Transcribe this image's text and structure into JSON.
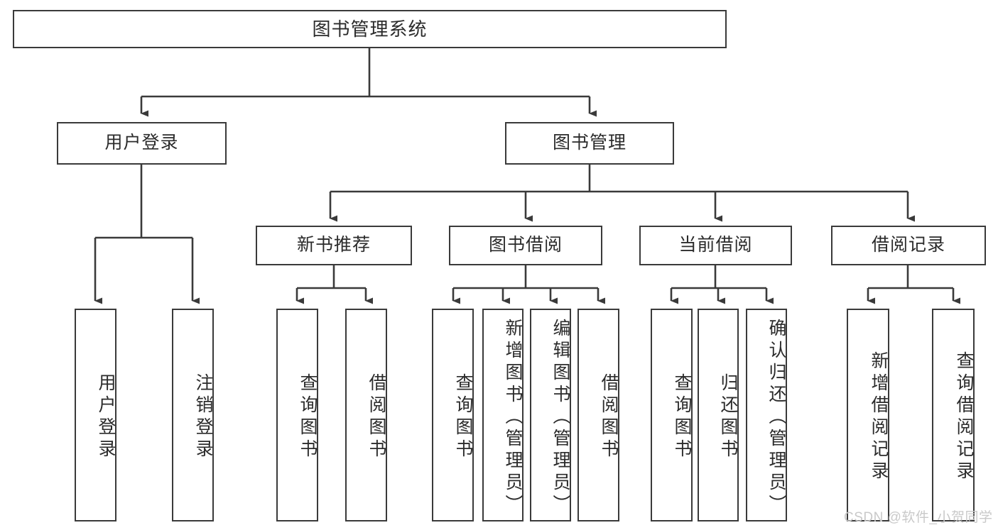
{
  "diagram": {
    "title": "图书管理系统",
    "type": "hierarchy-tree",
    "colors": {
      "background": "#ffffff",
      "node_border": "#3a3a3a",
      "node_fill": "#ffffff",
      "connector": "#3a3a3a",
      "text": "#2b2b2b",
      "watermark": "#c9c9c9"
    },
    "root": {
      "label": "图书管理系统"
    },
    "level2": [
      {
        "id": "user-login",
        "label": "用户登录"
      },
      {
        "id": "book-management",
        "label": "图书管理"
      }
    ],
    "level3": [
      {
        "id": "new-book-recommend",
        "label": "新书推荐"
      },
      {
        "id": "book-borrow",
        "label": "图书借阅"
      },
      {
        "id": "current-borrow",
        "label": "当前借阅"
      },
      {
        "id": "borrow-record",
        "label": "借阅记录"
      }
    ],
    "leaves": {
      "user_login": [
        {
          "id": "leaf-user-login",
          "label": "用户登录"
        },
        {
          "id": "leaf-logout-login",
          "label": "注销登录"
        }
      ],
      "new_book_recommend": [
        {
          "id": "leaf-query-book-1",
          "label": "查询图书"
        },
        {
          "id": "leaf-borrow-book-1",
          "label": "借阅图书"
        }
      ],
      "book_borrow": [
        {
          "id": "leaf-query-book-2",
          "label": "查询图书"
        },
        {
          "id": "leaf-add-book",
          "label": "新增图书（管理员）"
        },
        {
          "id": "leaf-edit-book",
          "label": "编辑图书（管理员）"
        },
        {
          "id": "leaf-borrow-book-2",
          "label": "借阅图书"
        }
      ],
      "current_borrow": [
        {
          "id": "leaf-query-book-3",
          "label": "查询图书"
        },
        {
          "id": "leaf-return-book",
          "label": "归还图书"
        },
        {
          "id": "leaf-confirm-return",
          "label": "确认归还（管理员）"
        }
      ],
      "borrow_record": [
        {
          "id": "leaf-add-borrow-record",
          "label": "新增借阅记录"
        },
        {
          "id": "leaf-query-borrow-record",
          "label": "查询借阅记录"
        }
      ]
    }
  },
  "watermark": {
    "text": "CSDN @软件_小贺同学"
  }
}
